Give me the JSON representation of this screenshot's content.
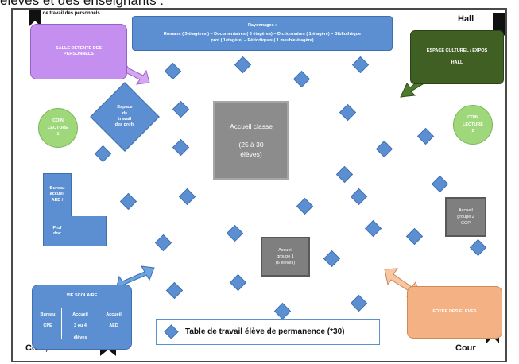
{
  "page_title": "élèves et des enseignants :",
  "labels": {
    "salle_travail": "Salle de travail des personnels",
    "hall_top": "Hall",
    "cour_hall": "Cour, Hall",
    "cour": "Cour"
  },
  "rooms": {
    "salle_detente": "SALLE DETENTE DES PERSONNELS",
    "rayonnages_title": "Rayonnages :",
    "rayonnages_line1": "Romans ( 3 étagères ) – Documentaires ( 3 étagères) – Dictionnaires ( 1 étagère) – Bibliothèque",
    "rayonnages_line2": "prof ( 1étagère) – Périodiques ( 1 meuble étagère)",
    "espace_culturel_line1": "ESPACE CULTUREL / EXPOS",
    "espace_culturel_line2": "HALL",
    "espace_prof_1": "Espace",
    "espace_prof_2": "de",
    "espace_prof_3": "travail",
    "espace_prof_4": "des profs",
    "coin_lecture_1_a": "COIN",
    "coin_lecture_1_b": "LECTURE",
    "coin_lecture_1_c": "1",
    "coin_lecture_2_a": "COIN",
    "coin_lecture_2_b": "LECTURE",
    "coin_lecture_2_c": "2",
    "accueil_classe_1": "Accueil classe",
    "accueil_classe_2": "(25 à 30",
    "accueil_classe_3": "élèves)",
    "bureau_1": "Bureau",
    "bureau_2": "accueil",
    "bureau_3": "AED /",
    "bureau_4": "Prof",
    "bureau_5": "doc",
    "groupe2_1": "Accueil",
    "groupe2_2": "groupe 2",
    "groupe2_3": "COP",
    "groupe1_1": "Accueil",
    "groupe1_2": "groupe 1",
    "groupe1_3": "(6 élèves)",
    "vie_scolaire_title": "VIE SCOLAIRE",
    "vs_col1_a": "Bureau",
    "vs_col1_b": "CPE",
    "vs_col2_a": "Accueil",
    "vs_col2_b": "3 ou 4",
    "vs_col2_c": "élèves",
    "vs_col3_a": "Accueil",
    "vs_col3_b": "AED",
    "foyer": "FOYER DES ELEVES"
  },
  "legend": {
    "text": "Table de travail élève de permanence (*30)"
  },
  "colors": {
    "purple": "#c58ff0",
    "blue": "#5b8fd1",
    "dark_green": "#3f5f23",
    "light_green": "#9fd87a",
    "gray": "#7f7f7f",
    "orange": "#f4b183"
  }
}
